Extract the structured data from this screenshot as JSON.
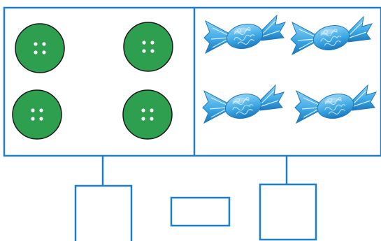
{
  "colors": {
    "frame": "#1e7fc4",
    "button_fill": "#2e9e4f",
    "button_stroke": "#1a1a1a",
    "button_hole": "#ffffff",
    "candy_light": "#8fd3f4",
    "candy_mid": "#3fa9e6",
    "candy_dark": "#1b78bd"
  },
  "left_panel": {
    "item_icon": "button-icon",
    "item_count": 4
  },
  "right_panel": {
    "item_icon": "wrapped-candy-icon",
    "item_count": 4
  },
  "answer_boxes": [
    {
      "name": "left-count-answer-box",
      "value": ""
    },
    {
      "name": "relation-answer-box",
      "value": ""
    },
    {
      "name": "right-count-answer-box",
      "value": ""
    }
  ]
}
